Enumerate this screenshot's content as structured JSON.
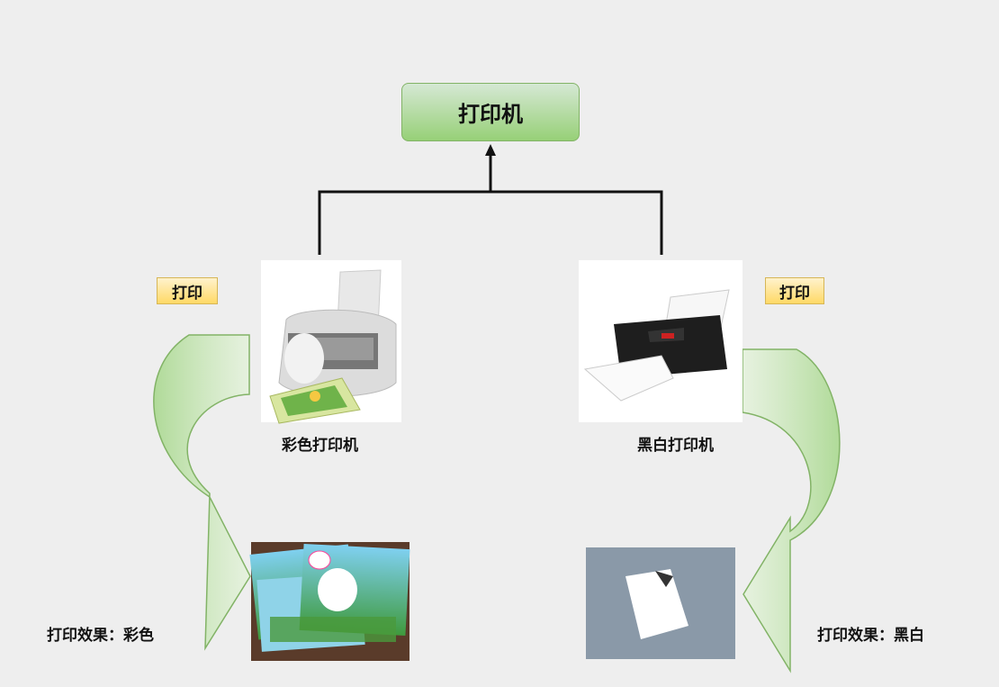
{
  "root": {
    "label": "打印机"
  },
  "tags": {
    "left": "打印",
    "right": "打印"
  },
  "color_printer": {
    "label": "彩色打印机",
    "image": "color-inkjet-printer"
  },
  "bw_printer": {
    "label": "黑白打印机",
    "image": "black-inkjet-printer"
  },
  "color_result": {
    "label": "打印效果：彩色",
    "image": "colorful-cartoon-prints"
  },
  "bw_result": {
    "label": "打印效果：黑白",
    "image": "white-paper-sheet"
  },
  "colors": {
    "root_fill_top": "#d5e8d4",
    "root_fill_bottom": "#97d077",
    "root_border": "#82b366",
    "tag_fill_top": "#fff2cc",
    "tag_fill_bottom": "#ffd966",
    "tag_border": "#d6b656",
    "arrow_fill": "#b9e0a5",
    "arrow_stroke": "#82b366",
    "connector": "#111111"
  }
}
